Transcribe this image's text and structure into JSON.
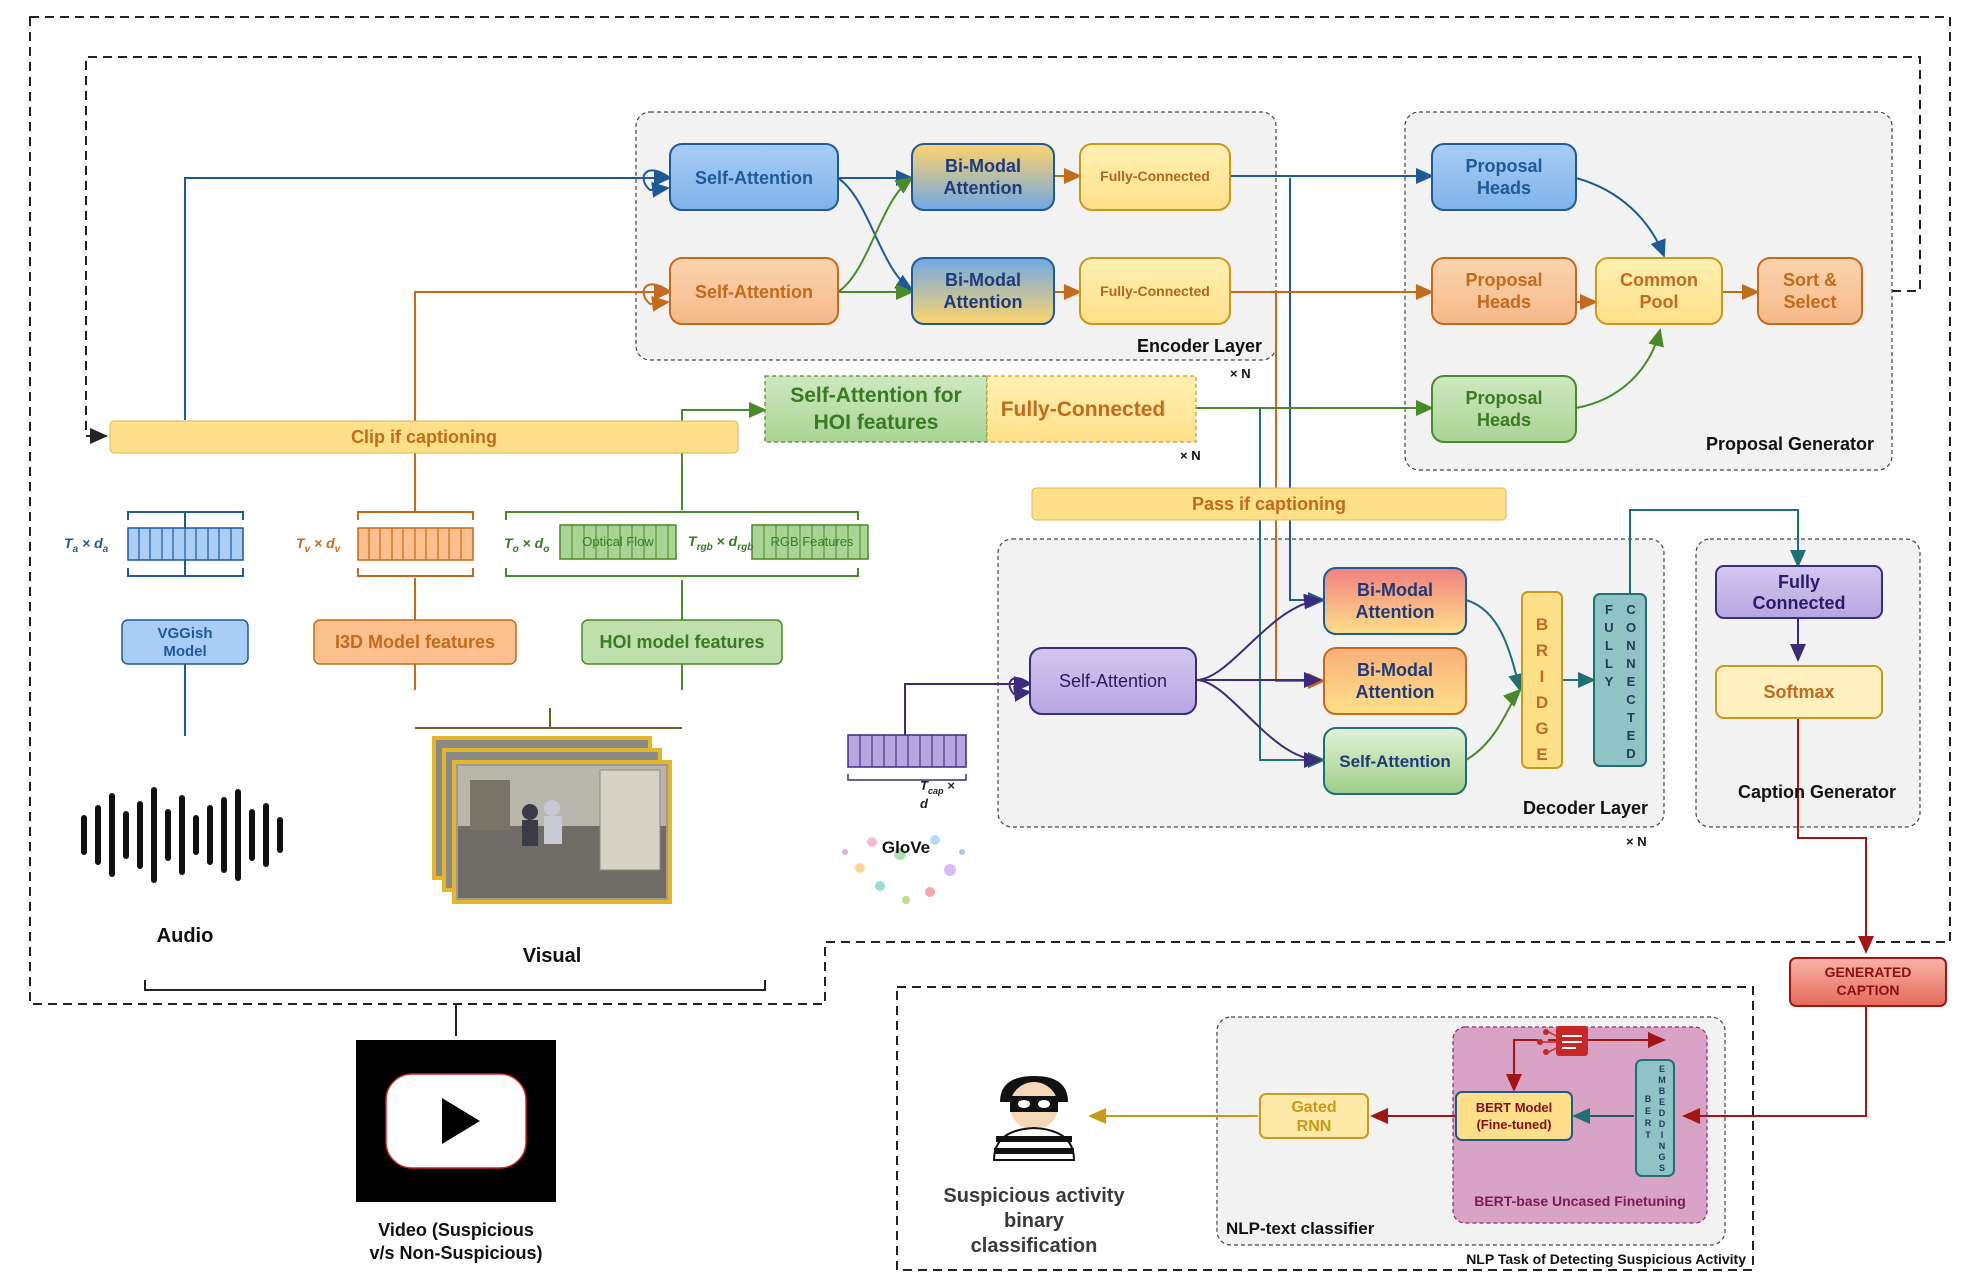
{
  "encoder": {
    "layer_label": "Encoder Layer",
    "repeat": "× N",
    "self_attention_audio": "Self-Attention",
    "self_attention_visual": "Self-Attention",
    "bimodal_top_line1": "Bi-Modal",
    "bimodal_top_line2": "Attention",
    "bimodal_bottom_line1": "Bi-Modal",
    "bimodal_bottom_line2": "Attention",
    "fc_top": "Fully-Connected",
    "fc_bottom": "Fully-Connected"
  },
  "hoi": {
    "self_attention_line1": "Self-Attention for",
    "self_attention_line2": "HOI features",
    "fully_connected": "Fully-Connected",
    "repeat": "× N"
  },
  "clip_label": "Clip if captioning",
  "pass_label": "Pass if captioning",
  "inputs": {
    "audio_dim": "T",
    "audio_dim_sub": "a",
    "audio_dim_d": "d",
    "audio_dim_d_sub": "a",
    "visual_dim": "T",
    "visual_dim_sub": "v",
    "visual_dim_d": "d",
    "visual_dim_d_sub": "v",
    "hoi_dim": "T",
    "hoi_dim_sub": "o",
    "hoi_dim_d": "d",
    "hoi_dim_d_sub": "o",
    "rgb_dim": "T",
    "rgb_dim_sub": "rgb",
    "rgb_dim_d": "d",
    "rgb_dim_d_sub": "rgb",
    "optical_flow": "Optical Flow",
    "rgb_features": "RGB Features",
    "vggish_line1": "VGGish",
    "vggish_line2": "Model",
    "i3d": "I3D Model features",
    "hoi_model": "HOI model features",
    "audio_label": "Audio",
    "visual_label": "Visual",
    "video_line1": "Video (Suspicious",
    "video_line2": "v/s Non-Suspicious)"
  },
  "proposal": {
    "label": "Proposal Generator",
    "heads_top_line1": "Proposal",
    "heads_top_line2": "Heads",
    "heads_mid_line1": "Proposal",
    "heads_mid_line2": "Heads",
    "heads_bottom_line1": "Proposal",
    "heads_bottom_line2": "Heads",
    "common_line1": "Common",
    "common_line2": "Pool",
    "sort_line1": "Sort &",
    "sort_line2": "Select"
  },
  "decoder": {
    "label": "Decoder Layer",
    "repeat": "× N",
    "self_attention": "Self-Attention",
    "bimodal_top_line1": "Bi-Modal",
    "bimodal_top_line2": "Attention",
    "bimodal_mid_line1": "Bi-Modal",
    "bimodal_mid_line2": "Attention",
    "self_attention_bottom": "Self-Attention",
    "bridge_letters": [
      "B",
      "R",
      "I",
      "D",
      "G",
      "E"
    ],
    "fully_letters": [
      "F",
      "U",
      "L",
      "L",
      "Y"
    ],
    "connected_letters": [
      "C",
      "O",
      "N",
      "N",
      "E",
      "C",
      "T",
      "E",
      "D"
    ],
    "caption_dim": "T",
    "caption_dim_sub": "cap",
    "caption_dim_d": "d",
    "glove": "GloVe"
  },
  "caption": {
    "label": "Caption Generator",
    "fc_line1": "Fully",
    "fc_line2": "Connected",
    "softmax": "Softmax",
    "generated_line1": "GENERATED",
    "generated_line2": "CAPTION"
  },
  "nlp": {
    "task_label": "NLP Task of Detecting Suspicious Activity",
    "classifier_label": "NLP-text classifier",
    "gated_line1": "Gated",
    "gated_line2": "RNN",
    "bert_line1": "BERT Model",
    "bert_line2": "(Fine-tuned)",
    "bert_letters": [
      "B",
      "E",
      "R",
      "T"
    ],
    "embedding_letters": [
      "E",
      "M",
      "B",
      "E",
      "D",
      "D",
      "I",
      "N",
      "G",
      "S"
    ],
    "finetune_label": "BERT-base Uncased Finetuning",
    "result_line1": "Suspicious activity",
    "result_line2": "binary",
    "result_line3": "classification"
  },
  "colors": {
    "blue": "#1f5a96",
    "orange": "#c46a1c",
    "green": "#4a8a2a",
    "purple": "#3c2a7a",
    "red": "#a31515",
    "teal": "#1f6f74",
    "gold": "#c99a1a"
  }
}
